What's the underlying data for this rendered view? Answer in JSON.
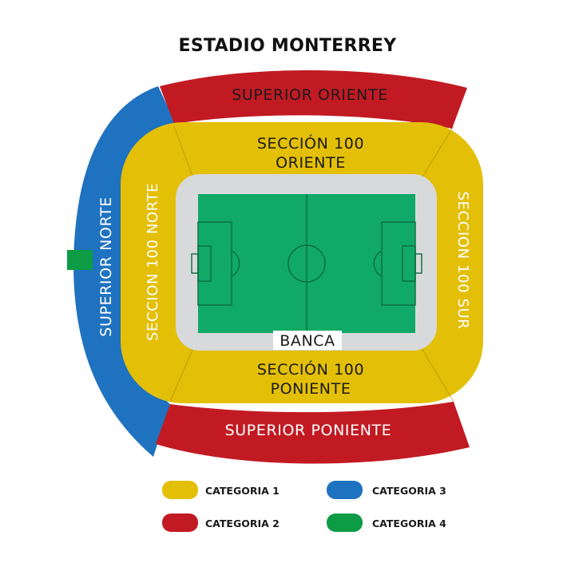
{
  "title": "ESTADIO MONTERREY",
  "colors": {
    "categoria_1": "#E3BF07",
    "categoria_2": "#C21A23",
    "categoria_3": "#1F72BF",
    "categoria_4": "#0D9B45",
    "field": "#10A968",
    "field_lines": "#0B6B3F",
    "track": "#D8D9DA"
  },
  "sections": {
    "superior_oriente": "SUPERIOR ORIENTE",
    "superior_poniente": "SUPERIOR PONIENTE",
    "superior_norte": "SUPERIOR NORTE",
    "seccion_100_oriente": [
      "SECCIÓN 100",
      "ORIENTE"
    ],
    "seccion_100_poniente": [
      "SECCIÓN 100",
      "PONIENTE"
    ],
    "seccion_100_norte": "SECCION 100 NORTE",
    "seccion_100_sur": "SECCION 100 SUR"
  },
  "banca": "BANCA",
  "legend": [
    {
      "label": "CATEGORIA 1",
      "color_key": "categoria_1"
    },
    {
      "label": "CATEGORIA 3",
      "color_key": "categoria_3"
    },
    {
      "label": "CATEGORIA 2",
      "color_key": "categoria_2"
    },
    {
      "label": "CATEGORIA 4",
      "color_key": "categoria_4"
    }
  ]
}
